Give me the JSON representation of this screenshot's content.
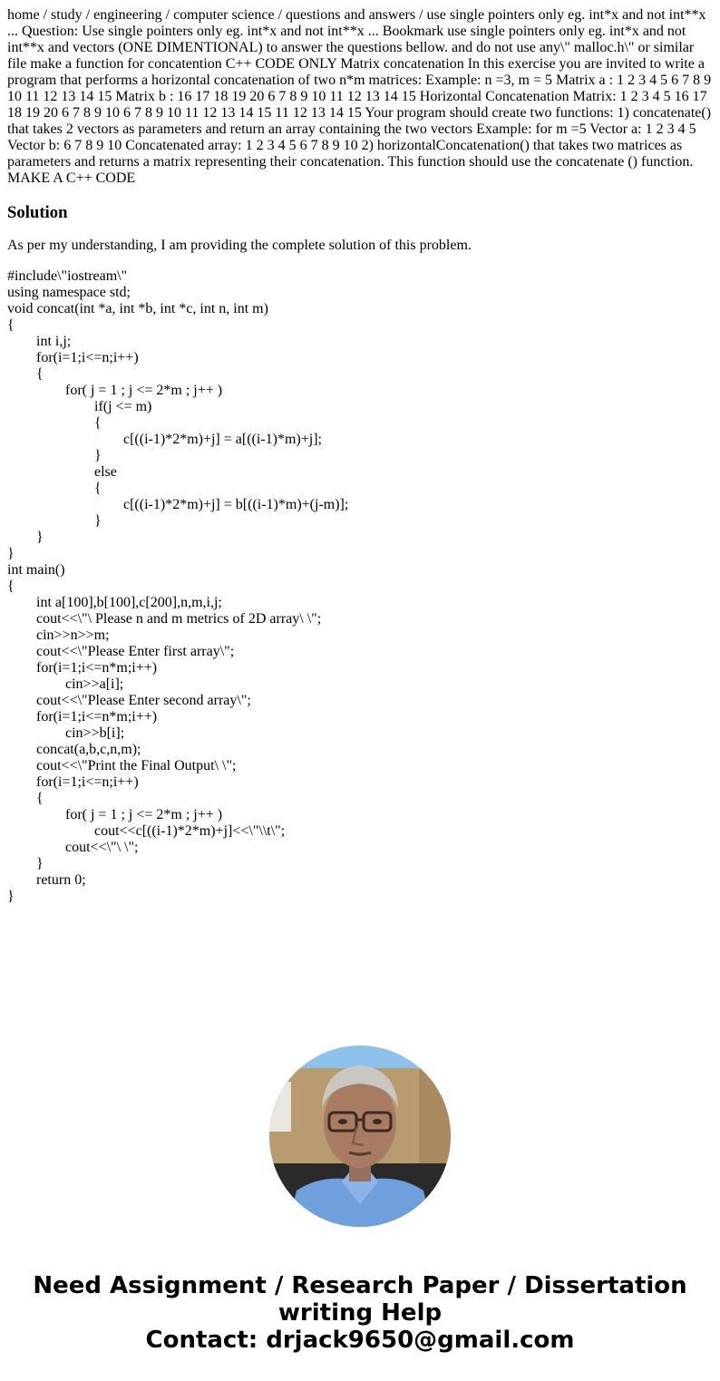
{
  "question": {
    "text": "home / study / engineering / computer science / questions and answers / use single pointers only eg. int*x and not int**x ... Question: Use single pointers only eg. int*x and not int**x ... Bookmark use single pointers only eg. int*x and not int**x and vectors (ONE DIMENTIONAL) to answer the questions bellow. and do not use any\\\" malloc.h\\\" or similar file make a function for concatention C++ CODE ONLY Matrix concatenation In this exercise you are invited to write a program that performs a horizontal concatenation of two n*m matrices: Example: n =3, m = 5 Matrix a : 1 2 3 4 5 6 7 8 9 10 11 12 13 14 15 Matrix b : 16 17 18 19 20 6 7 8 9 10 11 12 13 14 15 Horizontal Concatenation Matrix: 1 2 3 4 5 16 17 18 19 20 6 7 8 9 10 6 7 8 9 10 11 12 13 14 15 11 12 13 14 15 Your program should create two functions: 1) concatenate() that takes 2 vectors as parameters and return an array containing the two vectors Example: for m =5 Vector a: 1 2 3 4 5 Vector b: 6 7 8 9 10 Concatenated array: 1 2 3 4 5 6 7 8 9 10 2) horizontalConcatenation() that takes two matrices as parameters and returns a matrix representing their concatenation. This function should use the concatenate () function. MAKE A C++ CODE"
  },
  "solution": {
    "heading": "Solution",
    "intro": "As per my understanding, I am providing the complete solution of this problem.",
    "code_lines": [
      {
        "indent": 0,
        "text": "#include\\\"iostream\\\""
      },
      {
        "indent": 0,
        "text": "using namespace std;"
      },
      {
        "indent": 0,
        "text": "void concat(int *a, int *b, int *c, int n, int m)"
      },
      {
        "indent": 0,
        "text": "{"
      },
      {
        "indent": 1,
        "text": "int i,j;"
      },
      {
        "indent": 1,
        "text": "for(i=1;i<=n;i++)"
      },
      {
        "indent": 1,
        "text": "{"
      },
      {
        "indent": 2,
        "text": "for( j = 1 ; j <= 2*m ; j++ )"
      },
      {
        "indent": 3,
        "text": "if(j <= m)"
      },
      {
        "indent": 3,
        "text": "{"
      },
      {
        "indent": 4,
        "text": "c[((i-1)*2*m)+j] = a[((i-1)*m)+j];"
      },
      {
        "indent": 3,
        "text": "}"
      },
      {
        "indent": 3,
        "text": "else"
      },
      {
        "indent": 3,
        "text": "{"
      },
      {
        "indent": 4,
        "text": "c[((i-1)*2*m)+j] = b[((i-1)*m)+(j-m)];"
      },
      {
        "indent": 3,
        "text": "}"
      },
      {
        "indent": 1,
        "text": "}"
      },
      {
        "indent": 0,
        "text": "}"
      },
      {
        "indent": 0,
        "text": "int main()"
      },
      {
        "indent": 0,
        "text": "{"
      },
      {
        "indent": 1,
        "text": "int a[100],b[100],c[200],n,m,i,j;"
      },
      {
        "indent": 1,
        "text": "cout<<\\\"\\ Please n and m metrics of 2D array\\ \\\";"
      },
      {
        "indent": 1,
        "text": "cin>>n>>m;"
      },
      {
        "indent": 1,
        "text": "cout<<\\\"Please Enter first array\\\";"
      },
      {
        "indent": 1,
        "text": "for(i=1;i<=n*m;i++)"
      },
      {
        "indent": 2,
        "text": "cin>>a[i];"
      },
      {
        "indent": 1,
        "text": "cout<<\\\"Please Enter second array\\\";"
      },
      {
        "indent": 1,
        "text": "for(i=1;i<=n*m;i++)"
      },
      {
        "indent": 2,
        "text": "cin>>b[i];"
      },
      {
        "indent": 1,
        "text": "concat(a,b,c,n,m);"
      },
      {
        "indent": 1,
        "text": "cout<<\\\"Print the Final Output\\ \\\";"
      },
      {
        "indent": 1,
        "text": "for(i=1;i<=n;i++)"
      },
      {
        "indent": 1,
        "text": "{"
      },
      {
        "indent": 2,
        "text": "for( j = 1 ; j <= 2*m ; j++ )"
      },
      {
        "indent": 3,
        "text": "cout<<c[((i-1)*2*m)+j]<<\\\"\\\\t\\\";"
      },
      {
        "indent": 2,
        "text": "cout<<\\\"\\ \\\";"
      },
      {
        "indent": 1,
        "text": "}"
      },
      {
        "indent": 1,
        "text": "return 0;"
      },
      {
        "indent": 0,
        "text": "}"
      }
    ]
  },
  "avatar": {
    "icon": "author-photo-icon",
    "colors": {
      "sky": "#8dc3ea",
      "wall": "#b89b6e",
      "shirt": "#6f9fdc",
      "skin": "#a87b63",
      "hair": "#c9c7c2"
    }
  },
  "promo": {
    "line1": "Need Assignment / Research Paper / Dissertation",
    "line2": "writing Help",
    "line3": "Contact: drjack9650@gmail.com"
  }
}
